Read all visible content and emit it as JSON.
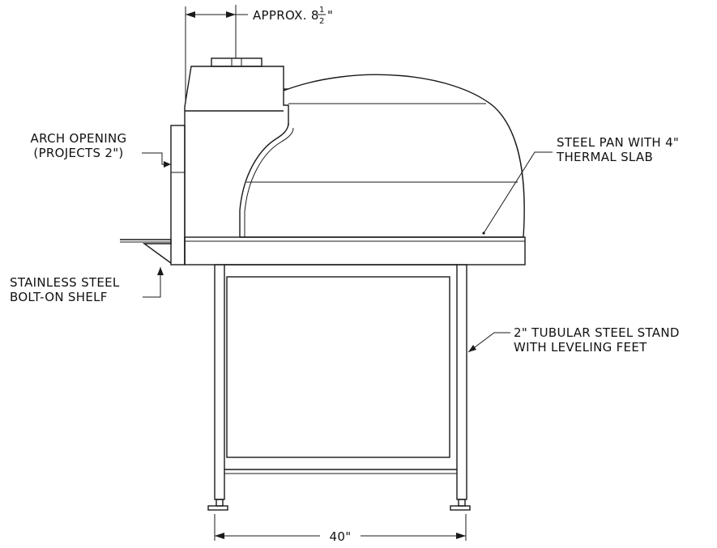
{
  "labels": {
    "approx_prefix": "APPROX. 8",
    "approx_frac_num": "1",
    "approx_frac_den": "2",
    "approx_suffix": "\"",
    "arch_line1": "ARCH OPENING",
    "arch_line2": "(PROJECTS 2\")",
    "pan_line1": "STEEL PAN WITH 4\"",
    "pan_line2": "THERMAL SLAB",
    "shelf_line1": "STAINLESS STEEL",
    "shelf_line2": "BOLT-ON SHELF",
    "stand_line1": "2\" TUBULAR STEEL STAND",
    "stand_line2": "WITH LEVELING FEET",
    "width_dim": "40\""
  }
}
